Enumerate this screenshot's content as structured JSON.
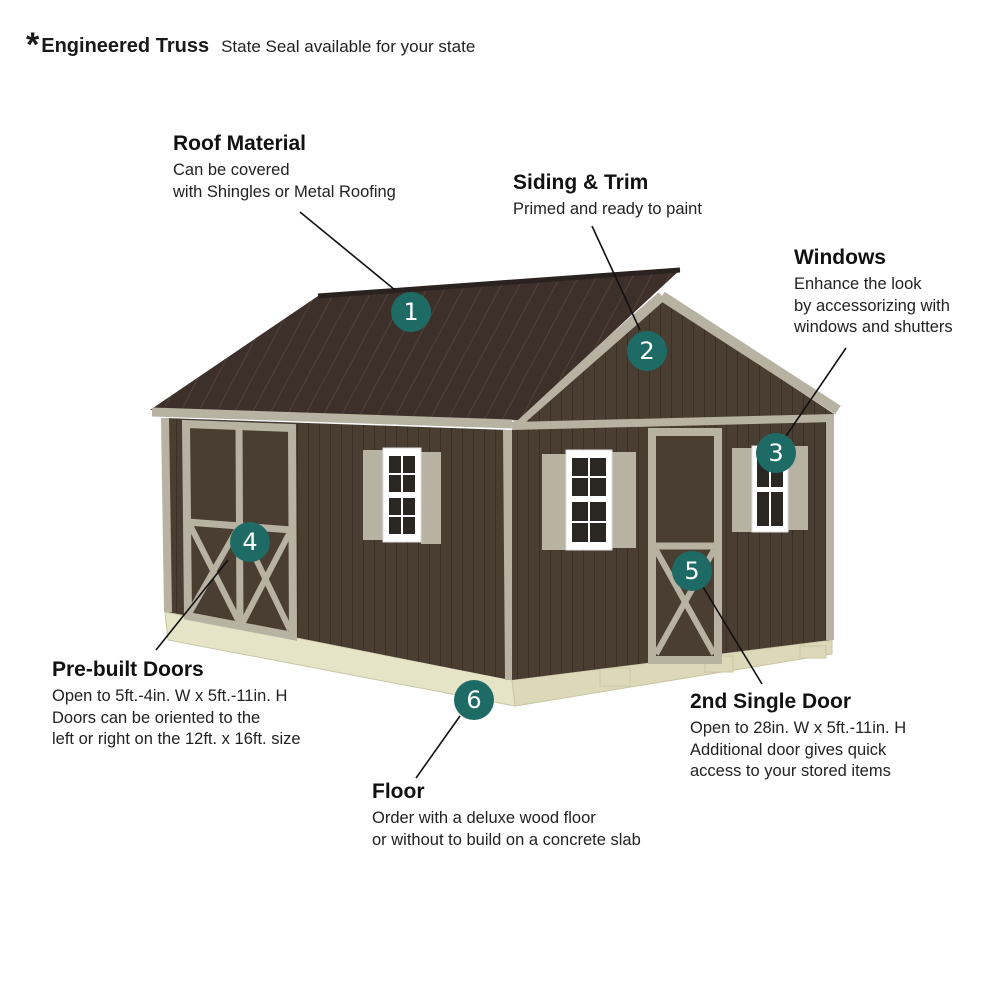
{
  "header": {
    "asterisk": "*",
    "title": "Engineered Truss",
    "subtitle": "State Seal available for your state"
  },
  "callouts": [
    {
      "number": "1",
      "title": "Roof Material",
      "lines": [
        "Can be covered",
        "with Shingles or Metal Roofing"
      ]
    },
    {
      "number": "2",
      "title": "Siding & Trim",
      "lines": [
        "Primed and ready to paint"
      ]
    },
    {
      "number": "3",
      "title": "Windows",
      "lines": [
        "Enhance the look",
        "by accessorizing with",
        "windows and shutters"
      ]
    },
    {
      "number": "4",
      "title": "Pre-built Doors",
      "lines": [
        "Open to 5ft.-4in. W x 5ft.-11in. H",
        "Doors can be oriented to the",
        "left or right on the 12ft. x 16ft. size"
      ]
    },
    {
      "number": "5",
      "title": "2nd Single Door",
      "lines": [
        "Open to 28in. W x 5ft.-11in. H",
        "Additional door gives quick",
        "access to your stored items"
      ]
    },
    {
      "number": "6",
      "title": "Floor",
      "lines": [
        "Order with a deluxe wood floor",
        "or without to build on a concrete slab"
      ]
    }
  ],
  "colors": {
    "badge": "#1e6b66",
    "siding": "#4a3e33",
    "trim": "#b8b2a2",
    "roof": "#3b2f2a",
    "floor": "#e4e2c4"
  }
}
